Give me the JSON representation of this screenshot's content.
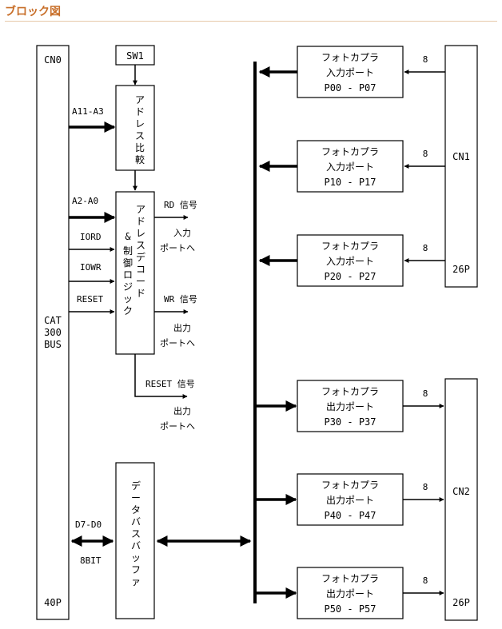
{
  "header": {
    "title": "ブロック図"
  },
  "colors": {
    "title": "#c86f2a",
    "rule": "#e6c9a9",
    "line": "#000000"
  },
  "cn0": {
    "name": "CN0",
    "bus": [
      "CAT",
      "300",
      "BUS"
    ],
    "pins": "40P"
  },
  "cn1": {
    "name": "CN1",
    "pins": "26P"
  },
  "cn2": {
    "name": "CN2",
    "pins": "26P"
  },
  "sw1": {
    "label": "SW1"
  },
  "addr_compare": {
    "label_vertical": [
      "ア",
      "ド",
      "レ",
      "ス",
      "比",
      "較"
    ]
  },
  "addr_decode": {
    "label_vertical": [
      "ア",
      "ド",
      "レ",
      "ス",
      "デ",
      "コ",
      "ー",
      "ド",
      "&",
      "制",
      "御",
      "ロ",
      "ジ",
      "ッ",
      "ク"
    ]
  },
  "data_buffer": {
    "label_vertical": [
      "デ",
      "ー",
      "タ",
      "バ",
      "ス",
      "バ",
      "ッ",
      "フ",
      "ァ"
    ]
  },
  "signals": {
    "a11_a3": "A11-A3",
    "a2_a0": "A2-A0",
    "iord": "IORD",
    "iowr": "IOWR",
    "reset": "RESET",
    "d7_d0": "D7-D0",
    "bits": "8BIT"
  },
  "outputs": {
    "rd": [
      "RD 信号",
      "入力",
      "ポートへ"
    ],
    "wr": [
      "WR 信号",
      "出力",
      "ポートへ"
    ],
    "rst": [
      "RESET 信号",
      "出力",
      "ポートへ"
    ]
  },
  "ports": [
    {
      "line1": "フォトカプラ",
      "line2": "入力ポート",
      "line3": "P00 - P07",
      "bits": "8"
    },
    {
      "line1": "フォトカプラ",
      "line2": "入力ポート",
      "line3": "P10 - P17",
      "bits": "8"
    },
    {
      "line1": "フォトカプラ",
      "line2": "入力ポート",
      "line3": "P20 - P27",
      "bits": "8"
    },
    {
      "line1": "フォトカプラ",
      "line2": "出力ポート",
      "line3": "P30 - P37",
      "bits": "8"
    },
    {
      "line1": "フォトカプラ",
      "line2": "出力ポート",
      "line3": "P40 - P47",
      "bits": "8"
    },
    {
      "line1": "フォトカプラ",
      "line2": "出力ポート",
      "line3": "P50 - P57",
      "bits": "8"
    }
  ]
}
